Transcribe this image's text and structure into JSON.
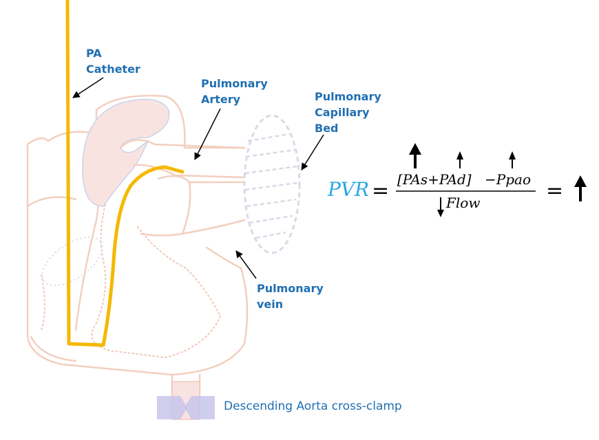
{
  "labels": {
    "pa_catheter": "PA\nCatheter",
    "pulmonary_artery": "Pulmonary\nArtery",
    "capillary_bed": "Pulmonary\nCapillary\nBed",
    "pulmonary_vein": "Pulmonary\nvein",
    "cross_clamp": "Descending Aorta cross-clamp"
  },
  "equation": {
    "lhs": "PVR",
    "equals": "=",
    "numerator_left": "[PAs+PAd]",
    "numerator_right": "−Ppao",
    "denominator": "Flow",
    "equals2": "="
  },
  "colors": {
    "catheter": "#f5b800",
    "label": "#1f6fb2",
    "pvr": "#29a9e0",
    "heart_outline": "#f2cfbf",
    "heart_fill": "#f9e3e1",
    "clamp": "#c8c6ea"
  },
  "arrows": {
    "pas": "up",
    "pad": "up",
    "ppao": "up",
    "flow": "down",
    "result": "up"
  }
}
